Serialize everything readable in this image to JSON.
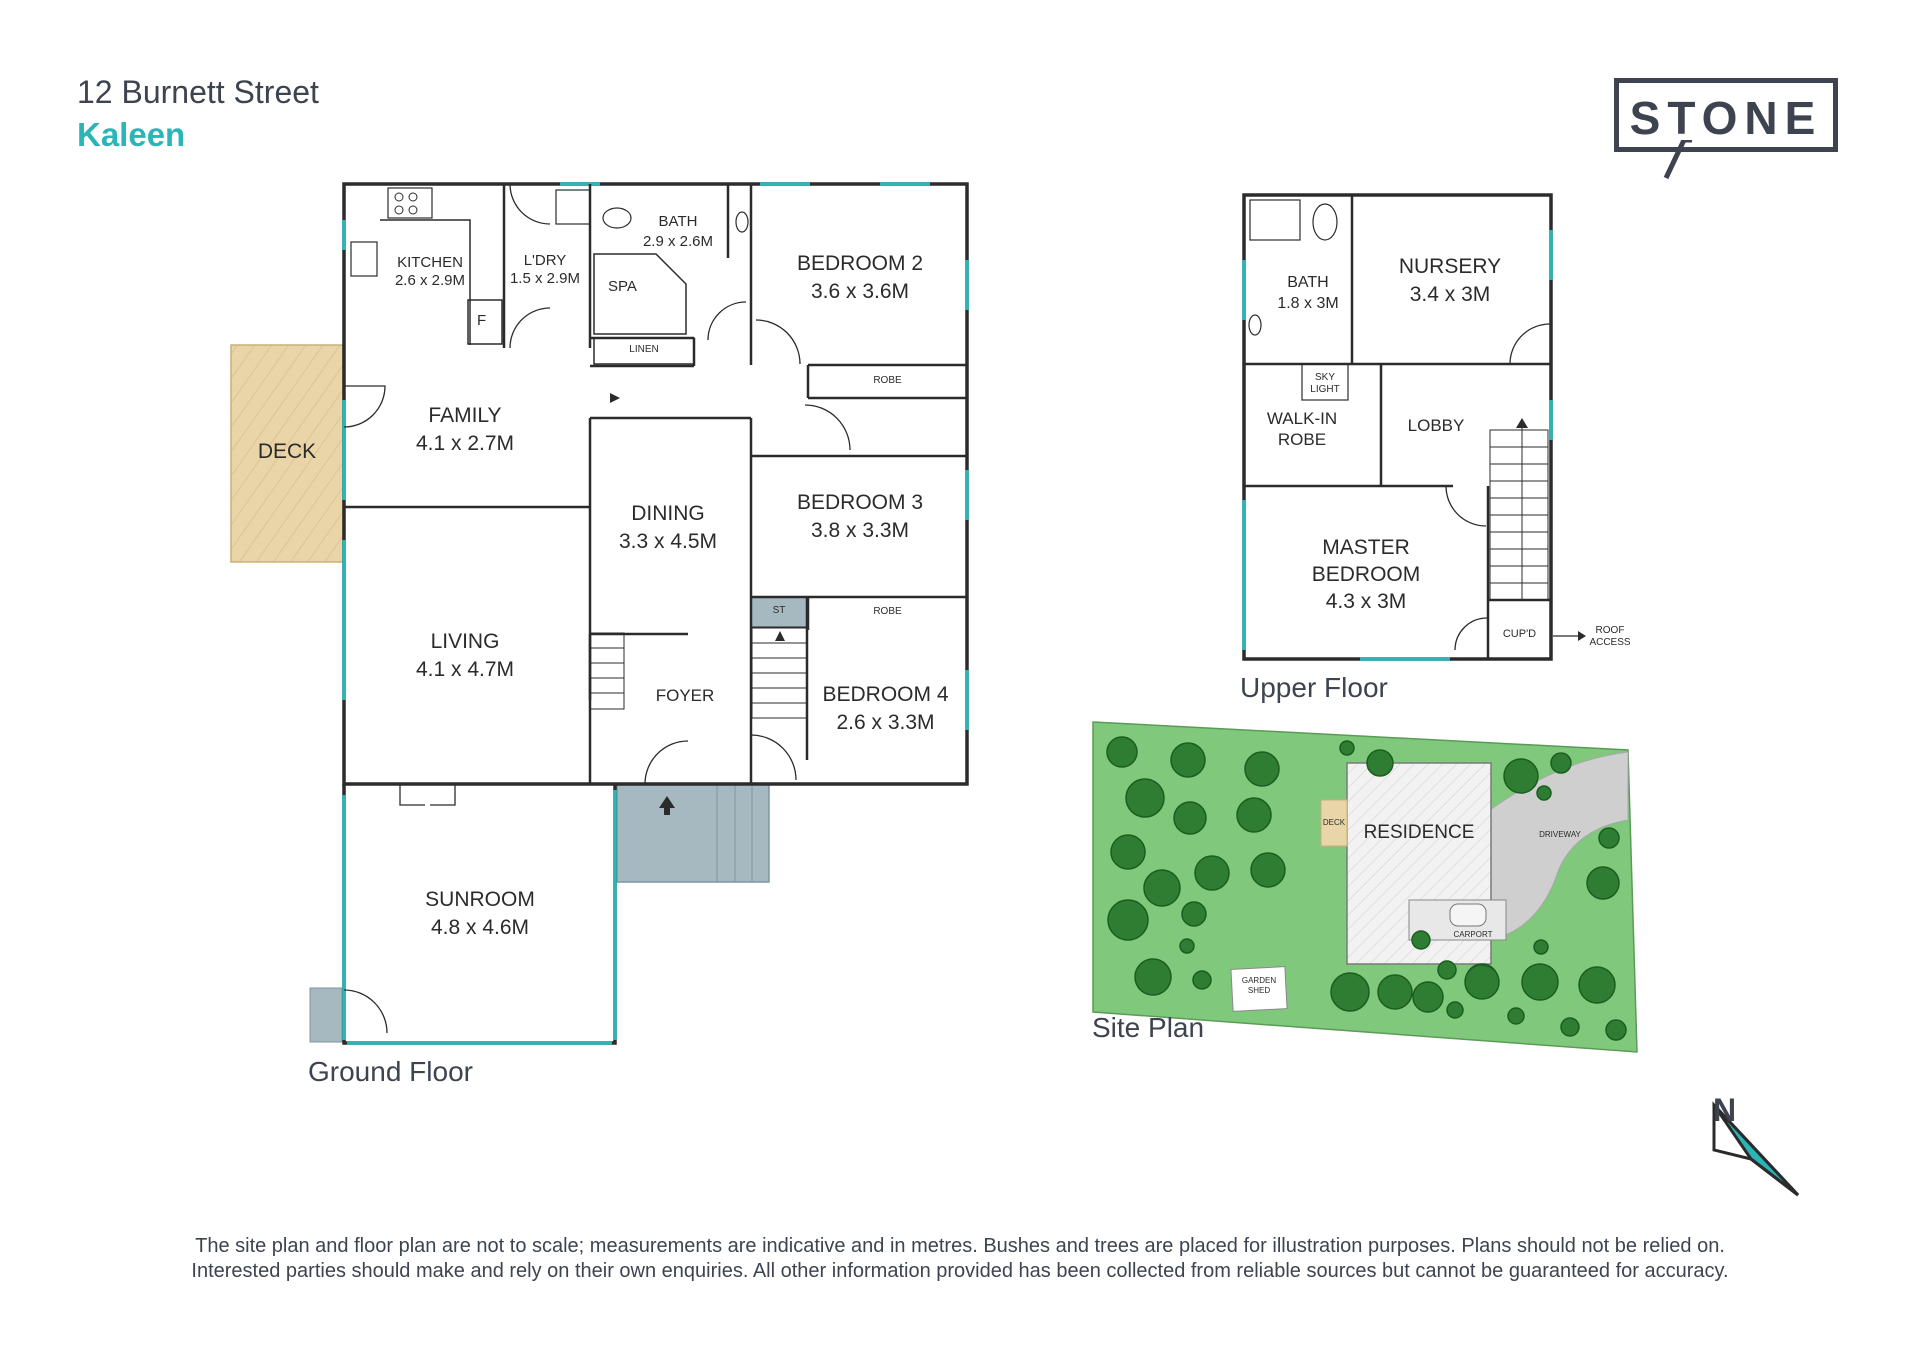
{
  "header": {
    "street": "12 Burnett Street",
    "suburb": "Kaleen"
  },
  "logo": {
    "text": "STONE"
  },
  "colors": {
    "accent": "#2ab6b6",
    "wall": "#2b2b2b",
    "deck": "#e9d5a7",
    "entry": "#a6b9c0",
    "lawn": "#80c87c",
    "tree": "#2e7d32",
    "driveway": "#cfcfcf"
  },
  "ground_floor": {
    "caption": "Ground Floor",
    "kitchen": {
      "name": "KITCHEN",
      "size": "2.6 x 2.9M"
    },
    "fridge": "F",
    "laundry": {
      "name": "L'DRY",
      "size": "1.5 x 2.9M"
    },
    "bath": {
      "name": "BATH",
      "size": "2.9 x 2.6M"
    },
    "spa": "SPA",
    "linen": "LINEN",
    "bedroom2": {
      "name": "BEDROOM 2",
      "size": "3.6 x 3.6M"
    },
    "robe1": "ROBE",
    "family": {
      "name": "FAMILY",
      "size": "4.1 x 2.7M"
    },
    "deck": "DECK",
    "dining": {
      "name": "DINING",
      "size": "3.3 x 4.5M"
    },
    "bedroom3": {
      "name": "BEDROOM 3",
      "size": "3.8 x 3.3M"
    },
    "st": "ST",
    "robe2": "ROBE",
    "living": {
      "name": "LIVING",
      "size": "4.1 x 4.7M"
    },
    "foyer": "FOYER",
    "bedroom4": {
      "name": "BEDROOM 4",
      "size": "2.6 x 3.3M"
    },
    "sunroom": {
      "name": "SUNROOM",
      "size": "4.8 x 4.6M"
    }
  },
  "upper_floor": {
    "caption": "Upper Floor",
    "bath": {
      "name": "BATH",
      "size": "1.8 x 3M"
    },
    "nursery": {
      "name": "NURSERY",
      "size": "3.4 x 3M"
    },
    "skylight": [
      "SKY",
      "LIGHT"
    ],
    "walkin": [
      "WALK-IN",
      "ROBE"
    ],
    "lobby": "LOBBY",
    "master": [
      "MASTER",
      "BEDROOM",
      "4.3 x 3M"
    ],
    "cupd": "CUP'D",
    "roof_access": [
      "ROOF",
      "ACCESS"
    ]
  },
  "site_plan": {
    "caption": "Site Plan",
    "residence": "RESIDENCE",
    "deck": "DECK",
    "driveway": "DRIVEWAY",
    "carport": "CARPORT",
    "garden_shed": [
      "GARDEN",
      "SHED"
    ]
  },
  "north": "N",
  "disclaimer": [
    "The site plan and floor plan are not to scale; measurements are indicative and in metres. Bushes and trees are placed for illustration purposes. Plans should not be relied on.",
    "Interested parties should make and rely on their own enquiries. All other information provided has been collected from reliable sources but cannot be guaranteed for accuracy."
  ]
}
